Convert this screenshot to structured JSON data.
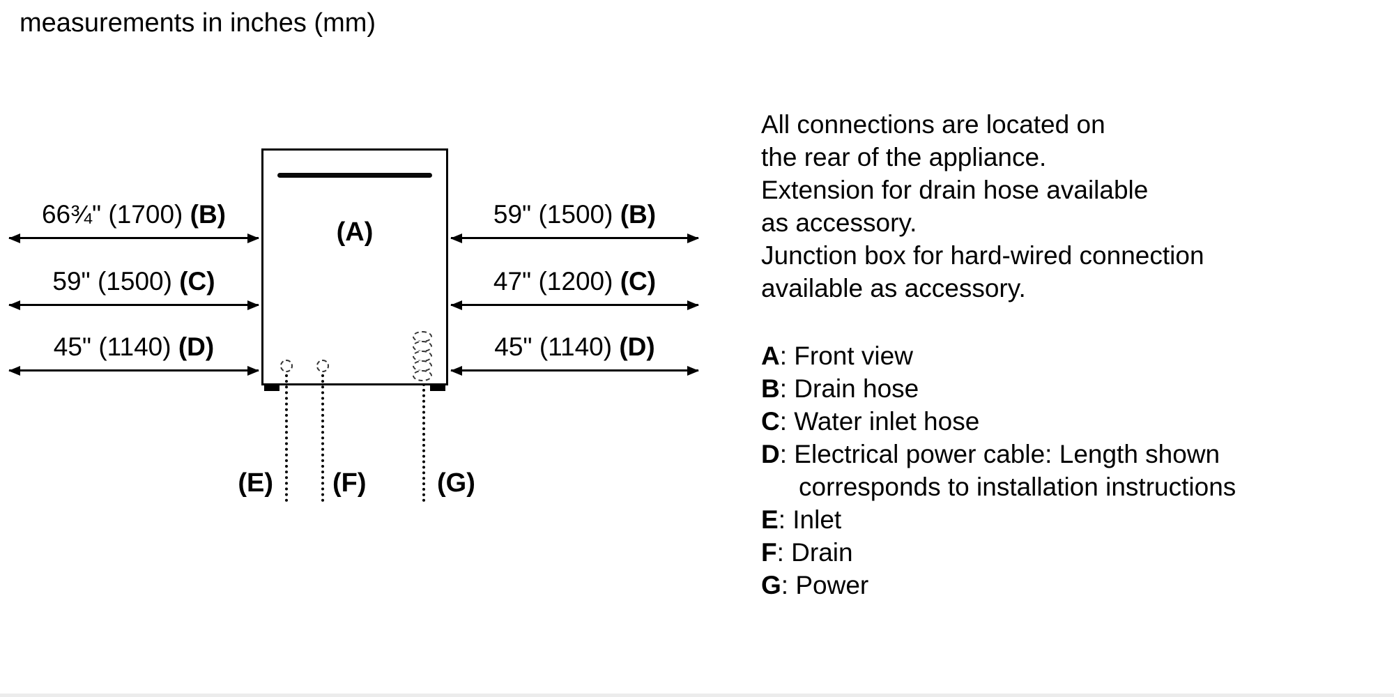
{
  "header": {
    "title": "measurements in inches (mm)"
  },
  "diagram": {
    "appliance_label": "(A)",
    "left_measurements": [
      {
        "value": "66¾\" (1700)",
        "ref": "(B)"
      },
      {
        "value": "59\" (1500)",
        "ref": "(C)"
      },
      {
        "value": "45\" (1140)",
        "ref": "(D)"
      }
    ],
    "right_measurements": [
      {
        "value": "59\" (1500)",
        "ref": "(B)"
      },
      {
        "value": "47\" (1200)",
        "ref": "(C)"
      },
      {
        "value": "45\" (1140)",
        "ref": "(D)"
      }
    ],
    "bottom_labels": [
      "(E)",
      "(F)",
      "(G)"
    ]
  },
  "notes": {
    "lines": [
      "All connections are located on",
      "the rear of the appliance.",
      "Extension for drain hose available",
      "as accessory.",
      "Junction box for hard-wired connection",
      "available as accessory."
    ]
  },
  "legend": [
    {
      "key": "A",
      "text": ": Front view"
    },
    {
      "key": "B",
      "text": ": Drain hose"
    },
    {
      "key": "C",
      "text": ": Water inlet hose"
    },
    {
      "key": "D",
      "text": ": Electrical power cable: Length shown\ncorresponds to installation instructions"
    },
    {
      "key": "E",
      "text": ": Inlet"
    },
    {
      "key": "F",
      "text": ": Drain"
    },
    {
      "key": "G",
      "text": ": Power"
    }
  ]
}
